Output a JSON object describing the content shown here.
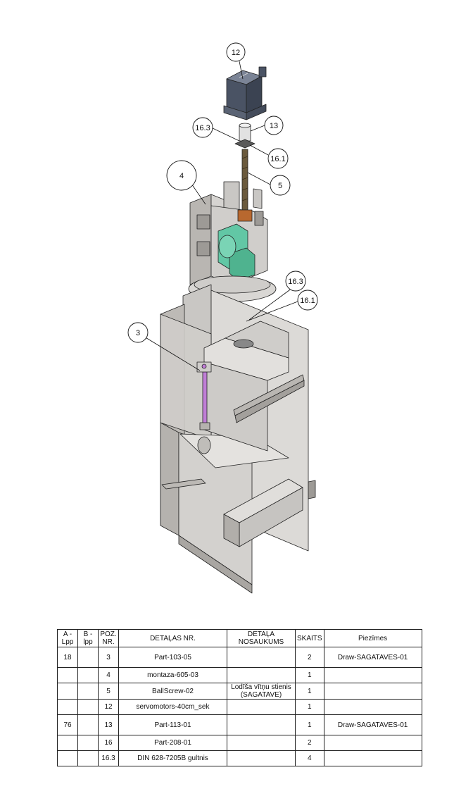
{
  "callouts": [
    {
      "id": "c12",
      "label": "12"
    },
    {
      "id": "c13",
      "label": "13"
    },
    {
      "id": "c163a",
      "label": "16.3"
    },
    {
      "id": "c161a",
      "label": "16.1"
    },
    {
      "id": "c5",
      "label": "5"
    },
    {
      "id": "c4",
      "label": "4"
    },
    {
      "id": "c163b",
      "label": "16.3"
    },
    {
      "id": "c161b",
      "label": "16.1"
    },
    {
      "id": "c3",
      "label": "3"
    }
  ],
  "bom": {
    "headers": {
      "a_lpp": [
        "A -",
        "Lpp"
      ],
      "b_lpp": [
        "B -",
        "lpp"
      ],
      "poz": [
        "POZ.",
        "NR."
      ],
      "detalas_nr": "DETAĻAS NR.",
      "detala_nosaukums": [
        "DETAĻA",
        "NOSAUKUMS"
      ],
      "skaits": "SKAITS",
      "piezimes": "Piezīmes"
    },
    "rows": [
      {
        "a": "18",
        "b": "",
        "poz": "3",
        "nr": "Part-103-05",
        "nos": "",
        "skaits": "2",
        "piez": "Draw-SAGATAVES-01"
      },
      {
        "a": "",
        "b": "",
        "poz": "4",
        "nr": "montaza-605-03",
        "nos": "",
        "skaits": "1",
        "piez": ""
      },
      {
        "a": "",
        "b": "",
        "poz": "5",
        "nr": "BallScrew-02",
        "nos": "Lodīša vītņu stienis (SAGATAVE)",
        "skaits": "1",
        "piez": ""
      },
      {
        "a": "",
        "b": "",
        "poz": "12",
        "nr": "servomotors-40cm_sek",
        "nos": "",
        "skaits": "1",
        "piez": ""
      },
      {
        "a": "76",
        "b": "",
        "poz": "13",
        "nr": "Part-113-01",
        "nos": "",
        "skaits": "1",
        "piez": "Draw-SAGATAVES-01"
      },
      {
        "a": "",
        "b": "",
        "poz": "16",
        "nr": "Part-208-01",
        "nos": "",
        "skaits": "2",
        "piez": ""
      },
      {
        "a": "",
        "b": "",
        "poz": "16.3",
        "nr": "DIN 628-7205B gultnis",
        "nos": "",
        "skaits": "4",
        "piez": ""
      }
    ]
  },
  "colors": {
    "sheet_metal": "#c9c7c4",
    "sheet_metal_dark": "#a9a6a2",
    "motor_body": "#4a5364",
    "gearmotor": "#62c7a5",
    "guide_rod": "#c07ed6",
    "line": "#222222"
  }
}
